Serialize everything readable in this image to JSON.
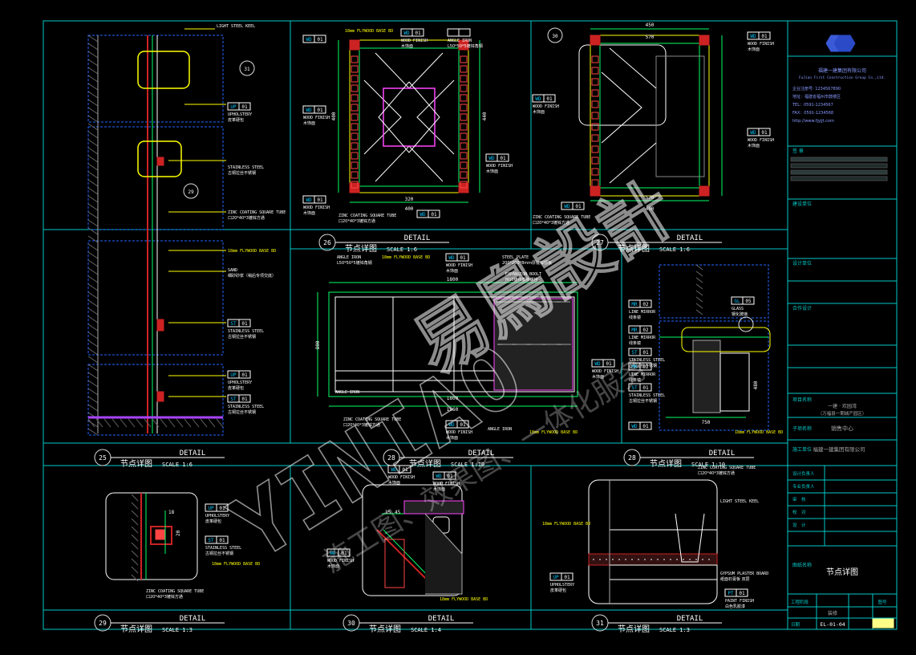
{
  "colors": {
    "background": "#000000",
    "frame": "#00c8c8",
    "title_text": "#ffffff",
    "label": "#ffffff",
    "tag": "#00c8ff",
    "dim": "#00ff66",
    "leader": "#ffff00",
    "section": "#ff44ff",
    "hatch": "#cc2222",
    "circle": "#dddddd",
    "watermark": "#ffffff"
  },
  "details": [
    {
      "number": "25",
      "title": "DETAIL",
      "subtitle": "节点详图",
      "scale": "SCALE 1:6"
    },
    {
      "number": "26",
      "title": "DETAIL",
      "subtitle": "节点详图",
      "scale": "SCALE 1:6"
    },
    {
      "number": "27",
      "title": "DETAIL",
      "subtitle": "节点详图",
      "scale": "SCALE 1:6"
    },
    {
      "number": "28",
      "title": "DETAIL",
      "subtitle": "节点详图",
      "scale": "SCALE 1:10"
    },
    {
      "number": "28",
      "title": "DETAIL",
      "subtitle": "节点详图",
      "scale": "SCALE 1:10"
    },
    {
      "number": "29",
      "title": "DETAIL",
      "subtitle": "节点详图",
      "scale": "SCALE 1:3"
    },
    {
      "number": "30",
      "title": "DETAIL",
      "subtitle": "节点详图",
      "scale": "SCALE 1:4"
    },
    {
      "number": "31",
      "title": "DETAIL",
      "subtitle": "节点详图",
      "scale": "SCALE 1:3"
    }
  ],
  "labels": {
    "light_steel_keel": "LIGHT STEEL KEEL",
    "zinc_tube": "ZINC COATING SQUARE TUBE",
    "zinc_tube_cn": "口20*40*3镀锌方通",
    "upholstery": "UPHOLSTERY",
    "upholstery_cn": "皮革硬包",
    "stainless": "STAINLESS STEEL",
    "stainless_cn": "古铜拉丝不锈钢",
    "wood_finish": "WOOD FINISH",
    "wood_finish_cn": "木饰面",
    "angle_iron": "ANGLE IRON",
    "angle_iron_cn": "L50*50*5镀锌角钢",
    "steel_plate": "STEEL PLATE",
    "steel_plate_cn": "200*200*8mm厚镀锌钢板",
    "expansion_bolt": "EXPANSION BOOLT",
    "expansion_bolt_cn": "M10镀锌膨胀螺栓",
    "sand": "SAND",
    "sand_cn": "细砂砂浆（稍后专项交底）",
    "glass": "GLASS",
    "glass_cn": "钢化玻璃",
    "line_mirror": "LINE MIRROR",
    "line_mirror_cn": "线条镜",
    "gypsum": "GYPSUM PLASTER BOARD",
    "gypsum_cn": "纸面石膏板 双层",
    "paint": "PAINT FINISH",
    "paint_cn": "白色乳胶漆",
    "plywood": "18mm FLYWOOD BASE BD",
    "tag_up": "UP",
    "tag_wd": "WD",
    "tag_st": "ST",
    "tag_gl": "GL",
    "tag_mr": "MR",
    "tag_pt": "PT",
    "tag_01": "01",
    "tag_02": "02",
    "tag_05": "05",
    "bubble_29": "29",
    "bubble_29b": "29",
    "bubble_30": "30"
  },
  "dims": {
    "d450a": "450",
    "d450b": "450",
    "d400a": "400",
    "d400b": "400",
    "d570a": "570",
    "d570b": "570",
    "d320": "320",
    "d440": "440",
    "d1800": "1800",
    "d1800b": "1800",
    "d1960": "1960",
    "d800": "800",
    "d750": "750",
    "d480": "480",
    "d45": "45",
    "d15": "15",
    "d18": "18",
    "d20": "20"
  },
  "title_block": {
    "logo_cn": "福建一建集团有限公司",
    "logo_en": "FuJian First Construction Group Co.,Ltd.",
    "line1": "企业注册号: 1234567890",
    "line2": "地址：福建省福州市鼓楼区",
    "line3": "TEL：0591-1234567",
    "line4": "FAX：0591-1234568",
    "line5": "http://www.fjyjjt.com",
    "sign_label": "签 章",
    "client_label": "建设单位",
    "design_label": "设计单位",
    "consult_label": "合作设计",
    "project_label": "项目名称",
    "project_name": "一建 · 欢园湾",
    "project_sub": "（万福县一期城产园区）",
    "area_label": "子项名称",
    "area_name": "销售中心",
    "company_label": "施工单位",
    "company_name": "福建一建集团有限公司",
    "roles": [
      "设计负责人",
      "专业负责人",
      "审　核",
      "校　对",
      "设　计"
    ],
    "drawing_title_label": "图纸名称",
    "drawing_title": "节点详图",
    "stage_label": "工程阶段",
    "stage_value": "装修",
    "version_label": "图号",
    "sheet_no": "EL-01-04",
    "date_label": "日期"
  },
  "watermark": {
    "brand": "YINIAO",
    "brand_cn": "易鳥設計",
    "slogan": "施工图、效果图、一体化服务"
  }
}
